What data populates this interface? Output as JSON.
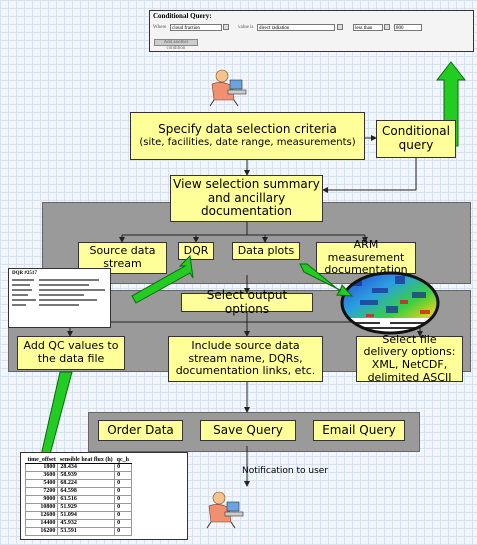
{
  "conditional_query_panel": {
    "title": "Conditional Query:",
    "field_1_label": "Where",
    "field_1_value": "cloud fraction",
    "field_2_label": "value is",
    "field_2_value": "direct radiation",
    "field_3_value": "less than",
    "field_4_value": "800",
    "button_label": "Add another condition"
  },
  "boxes": {
    "specify": "Specify data selection criteria",
    "specify_sub": "(site, facilities, date range, measurements)",
    "conditional": "Conditional query",
    "view": "View selection summary and ancillary documentation",
    "source_stream": "Source data stream",
    "dqr": "DQR",
    "data_plots": "Data plots",
    "arm_doc": "ARM measurement documentation",
    "select_output": "Select output options",
    "add_qc": "Add QC values to the data file",
    "include_source": "Include source data stream name, DQRs, documentation links, etc.",
    "file_delivery": "Select file delivery options: XML, NetCDF, delimited ASCII",
    "order": "Order Data",
    "save": "Save Query",
    "email": "Email Query"
  },
  "notification": "Notification to user",
  "dqr_panel": {
    "title": "DQR #2517"
  },
  "data_table": {
    "columns": [
      "time_offset",
      "sensible heat flux (h)",
      "qc_h"
    ],
    "rows": [
      [
        "1800",
        "28.434",
        "0"
      ],
      [
        "3600",
        "58.939",
        "0"
      ],
      [
        "5400",
        "68.224",
        "0"
      ],
      [
        "7200",
        "64.598",
        "0"
      ],
      [
        "9000",
        "63.516",
        "0"
      ],
      [
        "10800",
        "51.929",
        "0"
      ],
      [
        "12600",
        "51.094",
        "0"
      ],
      [
        "14400",
        "45.932",
        "0"
      ],
      [
        "16200",
        "53.591",
        "0"
      ]
    ]
  },
  "colors": {
    "box_fill": "#ffff99",
    "arrow_green": "#22cc22",
    "band_gray": "#9a9a9a"
  }
}
